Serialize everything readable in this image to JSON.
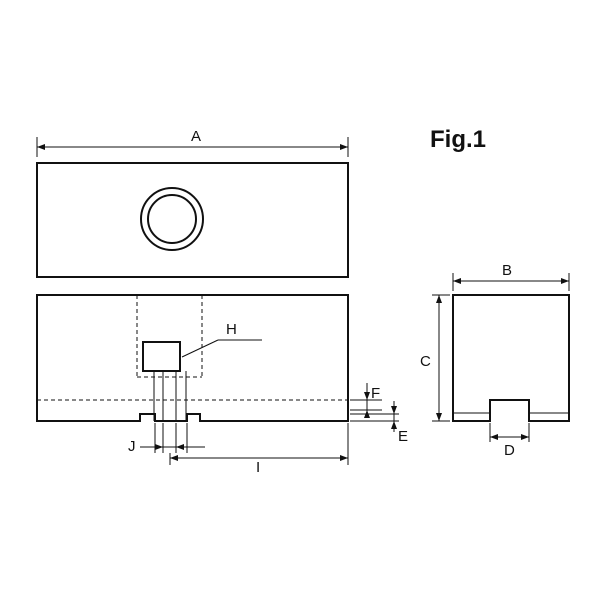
{
  "figure": {
    "title": "Fig.1"
  },
  "dimensions": {
    "A": "A",
    "B": "B",
    "C": "C",
    "D": "D",
    "E": "E",
    "F": "F",
    "H": "H",
    "I": "I",
    "J": "J"
  }
}
